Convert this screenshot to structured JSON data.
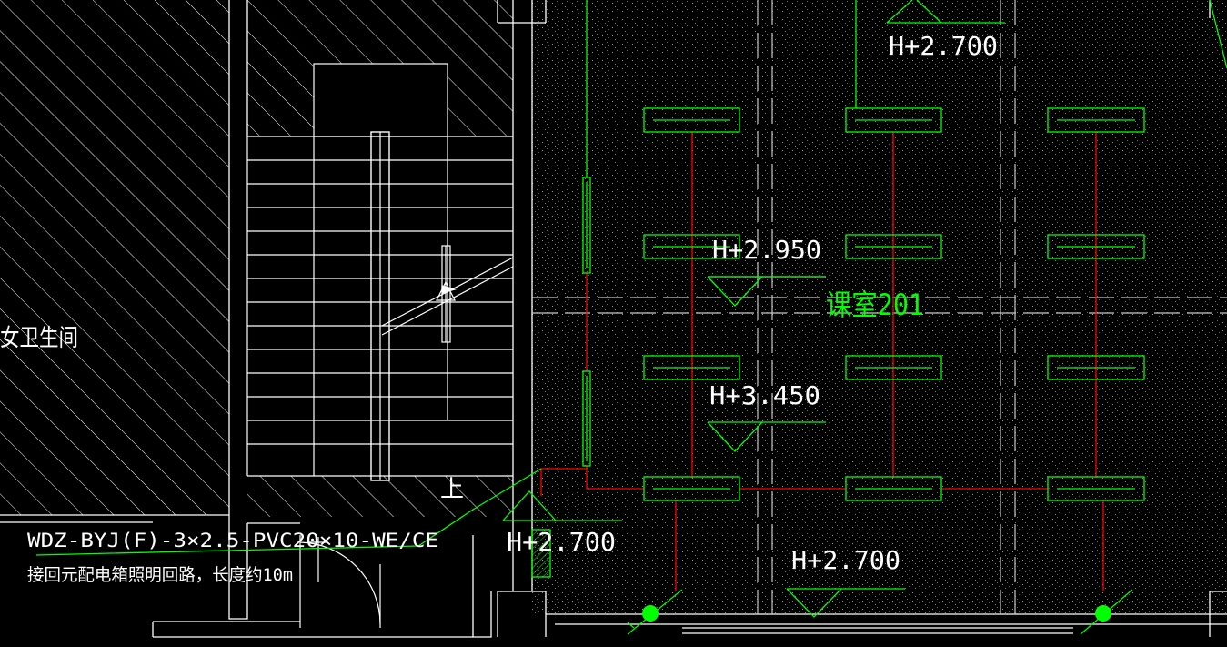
{
  "labels": {
    "elev_top": "H+2.700",
    "elev_2950": "H+2.950",
    "elev_3450": "H+3.450",
    "elev_door": "H+2.700",
    "elev_bottom": "H+2.700",
    "room_name": "课室201",
    "left_room": "女卫生间",
    "stair_up": "上",
    "circuit_spec": "WDZ-BYJ(F)-3×2.5-PVC20×10-WE/CE",
    "circuit_note": "接回元配电箱照明回路，长度约10m"
  },
  "colors": {
    "background": "#000000",
    "architecture": "#ffffff",
    "fixtures": "#00ff00",
    "wiring": "#ff0000",
    "grid_dash": "#c8c8c8",
    "outlet_dot": "#00ff00"
  }
}
